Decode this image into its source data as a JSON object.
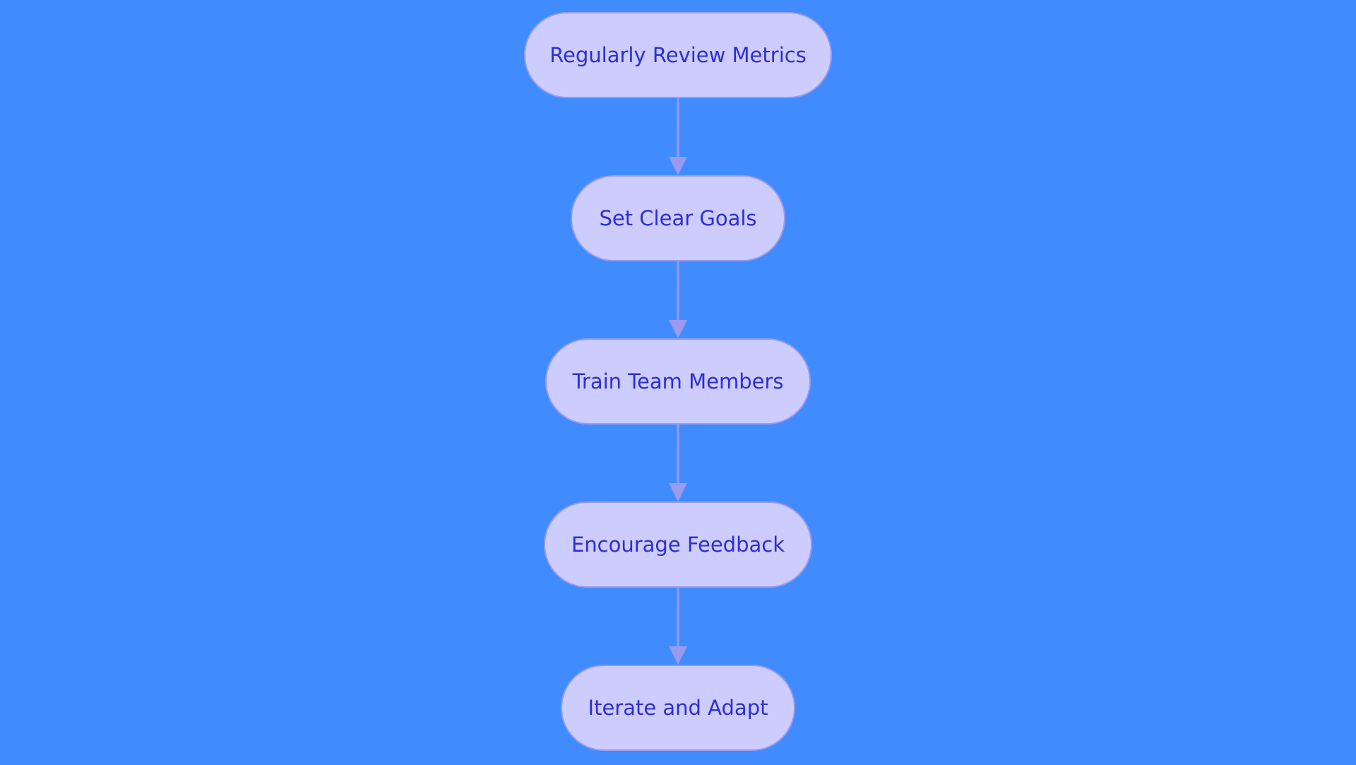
{
  "diagram": {
    "nodes": [
      {
        "id": "n1",
        "label": "Regularly Review Metrics"
      },
      {
        "id": "n2",
        "label": "Set Clear Goals"
      },
      {
        "id": "n3",
        "label": "Train Team Members"
      },
      {
        "id": "n4",
        "label": "Encourage Feedback"
      },
      {
        "id": "n5",
        "label": "Iterate and Adapt"
      }
    ],
    "edges": [
      {
        "from": "n1",
        "to": "n2"
      },
      {
        "from": "n2",
        "to": "n3"
      },
      {
        "from": "n3",
        "to": "n4"
      },
      {
        "from": "n4",
        "to": "n5"
      }
    ]
  },
  "colors": {
    "background": "#408CFF",
    "node_fill": "#CCCCFF",
    "node_border": "#9A9AEE",
    "node_text": "#2E2ED0",
    "edge": "#9A9AEE"
  }
}
